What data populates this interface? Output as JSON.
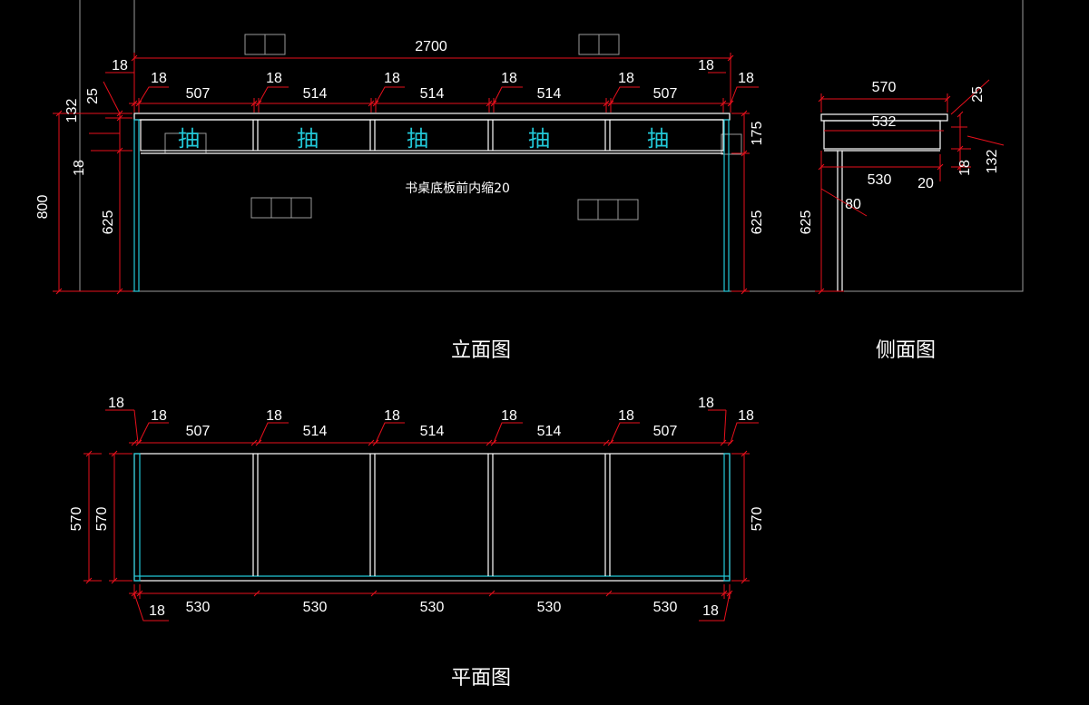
{
  "elevation": {
    "title": "立面图",
    "note": "书桌底板前内缩20",
    "drawer_label": "抽",
    "dims": {
      "overall": "2700",
      "side_18": "18",
      "compartments": [
        "507",
        "514",
        "514",
        "514",
        "507"
      ],
      "top_25": "25",
      "apron_132": "132",
      "bottom_18": "18",
      "total_height": "800",
      "leg_625": "625",
      "drawer_175": "175"
    }
  },
  "side": {
    "title": "侧面图",
    "dims": {
      "depth": "570",
      "inner": "532",
      "d530": "530",
      "d20": "20",
      "d80": "80",
      "h25": "25",
      "h132": "132",
      "h18": "18",
      "h625": "625"
    }
  },
  "plan": {
    "title": "平面图",
    "dims": {
      "side_18": "18",
      "compartments": [
        "507",
        "514",
        "514",
        "514",
        "507"
      ],
      "depth": "570",
      "bottom": [
        "530",
        "530",
        "530",
        "530",
        "530"
      ]
    }
  },
  "colors": {
    "background": "#000000",
    "dimension": "#e8101c",
    "outline": "#ffffff",
    "panel": "#22c8d8"
  }
}
